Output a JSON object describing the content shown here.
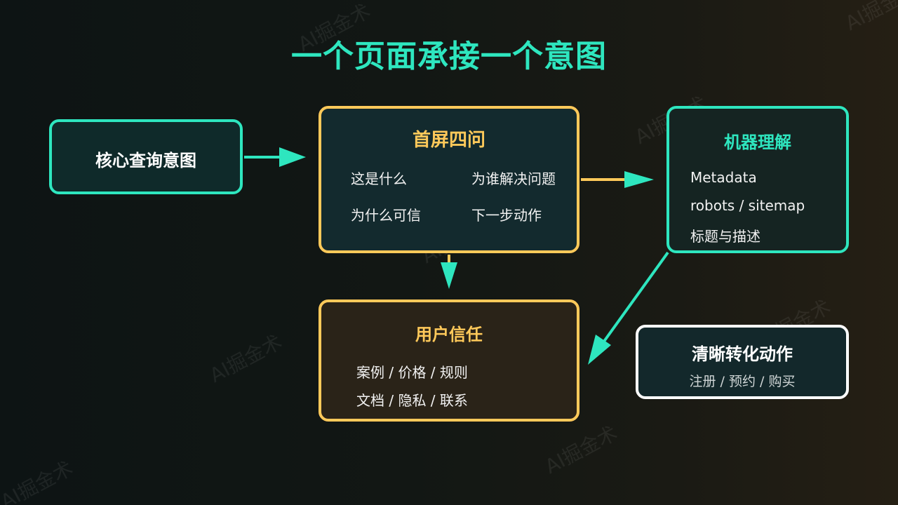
{
  "title": "一个页面承接一个意图",
  "watermark": "AI掘金术",
  "nodes": {
    "core_query": {
      "label": "核心查询意图"
    },
    "four_questions": {
      "label": "首屏四问",
      "items": [
        "这是什么",
        "为谁解决问题",
        "为什么可信",
        "下一步动作"
      ]
    },
    "machine": {
      "label": "机器理解",
      "items": [
        "Metadata",
        "robots / sitemap",
        "标题与描述"
      ]
    },
    "trust": {
      "label": "用户信任",
      "items": [
        "案例 / 价格 / 规则",
        "文档 / 隐私 / 联系"
      ]
    },
    "convert": {
      "label": "清晰转化动作",
      "sub": "注册 / 预约 / 购买"
    }
  },
  "colors": {
    "teal": "#2ee6bf",
    "gold": "#ffc95a",
    "white": "#ffffff"
  }
}
